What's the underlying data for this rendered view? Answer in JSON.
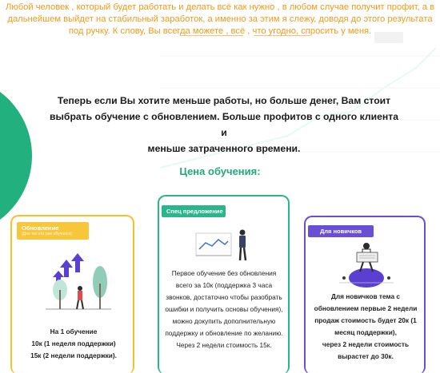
{
  "intro": {
    "line1": "Любой человек , который будет работать и делать всё как нужно , в любом случае получит профит, а в",
    "line2": "дальнейшем выйдет на стабильный заработок, а именно за этим я слежу, доводя до этого результата",
    "line3": "под ручку. К слову, Вы всегда можете , всё , что угодно, спросить у меня."
  },
  "headline": {
    "line1": "Теперь если Вы хотите меньше работы, но больше денег, Вам стоит",
    "line2": "выбрать обучение с обновлением. Больше профитов с одного клиента и",
    "line3": "меньше затраченного времени."
  },
  "price_title": "Цена обучения:",
  "cards": [
    {
      "badge": "Обновление",
      "badge_sub": "(Для тех кто уже обучался)",
      "lines": [
        "На 1 обучение",
        "10к (1 неделя поддержки)",
        "15к (2 недели поддержки)."
      ]
    },
    {
      "badge": "Спец предложение",
      "text": "Первое обучение без обновления всего за 10к (поддержка 3 часа звонков, достаточно чтобы разобрать ошибки и получить основы обучения), можно докупить дополнительную поддержку и обновление по желанию. Через 2 недели стоимость 15к."
    },
    {
      "badge": "Для новичков",
      "lines": [
        "Для новичков тема с",
        "обновлением первые 2 недели",
        "продаж стоимость будет 20к (1",
        "месяц поддержки),",
        "через 2 недели стоимость",
        "вырастет до 30к."
      ]
    }
  ],
  "colors": {
    "orange": "#f29a19",
    "green": "#2bb58a",
    "yellow": "#f5c12e",
    "purple": "#6a4fd6"
  }
}
